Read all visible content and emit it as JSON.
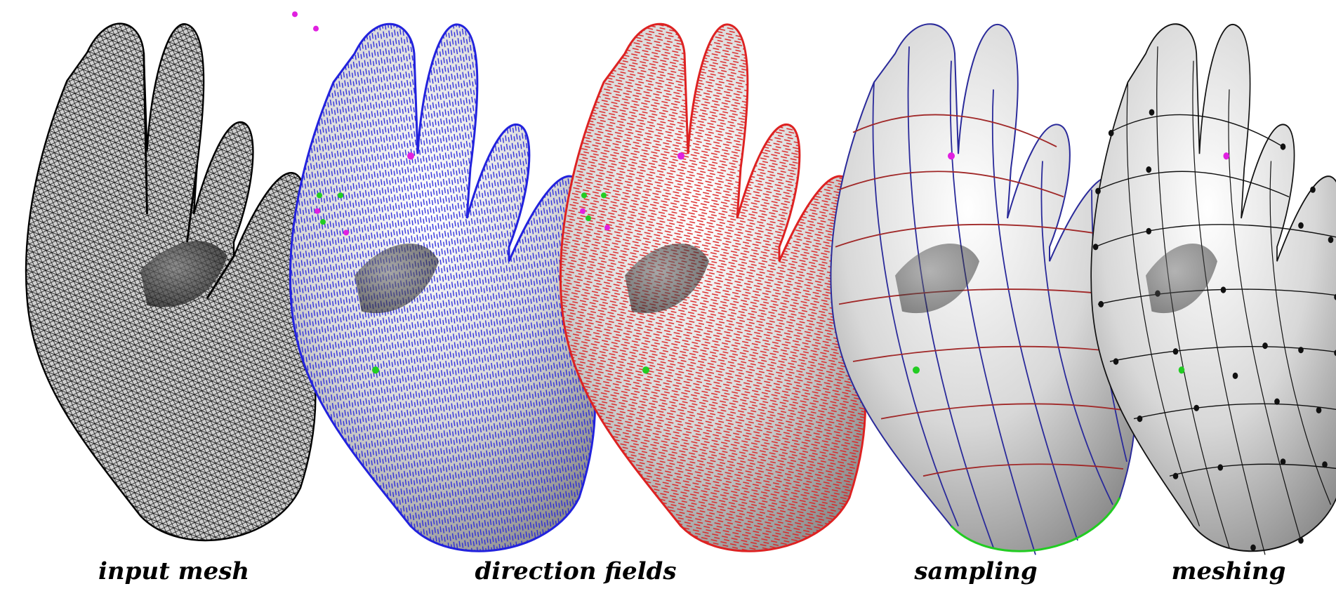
{
  "figure": {
    "panels": [
      {
        "id": "input",
        "caption": "input mesh"
      },
      {
        "id": "direction-blue",
        "caption": ""
      },
      {
        "id": "direction-red",
        "caption": ""
      },
      {
        "id": "sampling",
        "caption": "sampling"
      },
      {
        "id": "meshing",
        "caption": "meshing"
      }
    ],
    "shared_caption": "direction fields"
  },
  "colors": {
    "mesh_edges": "#000000",
    "field_blue": "#2222dd",
    "field_red": "#dd2222",
    "singularity_magenta": "#e020e0",
    "singularity_green": "#22cc22",
    "sampling_blue": "#2a2a9a",
    "sampling_red": "#a02828",
    "quad_vertex": "#111111"
  }
}
